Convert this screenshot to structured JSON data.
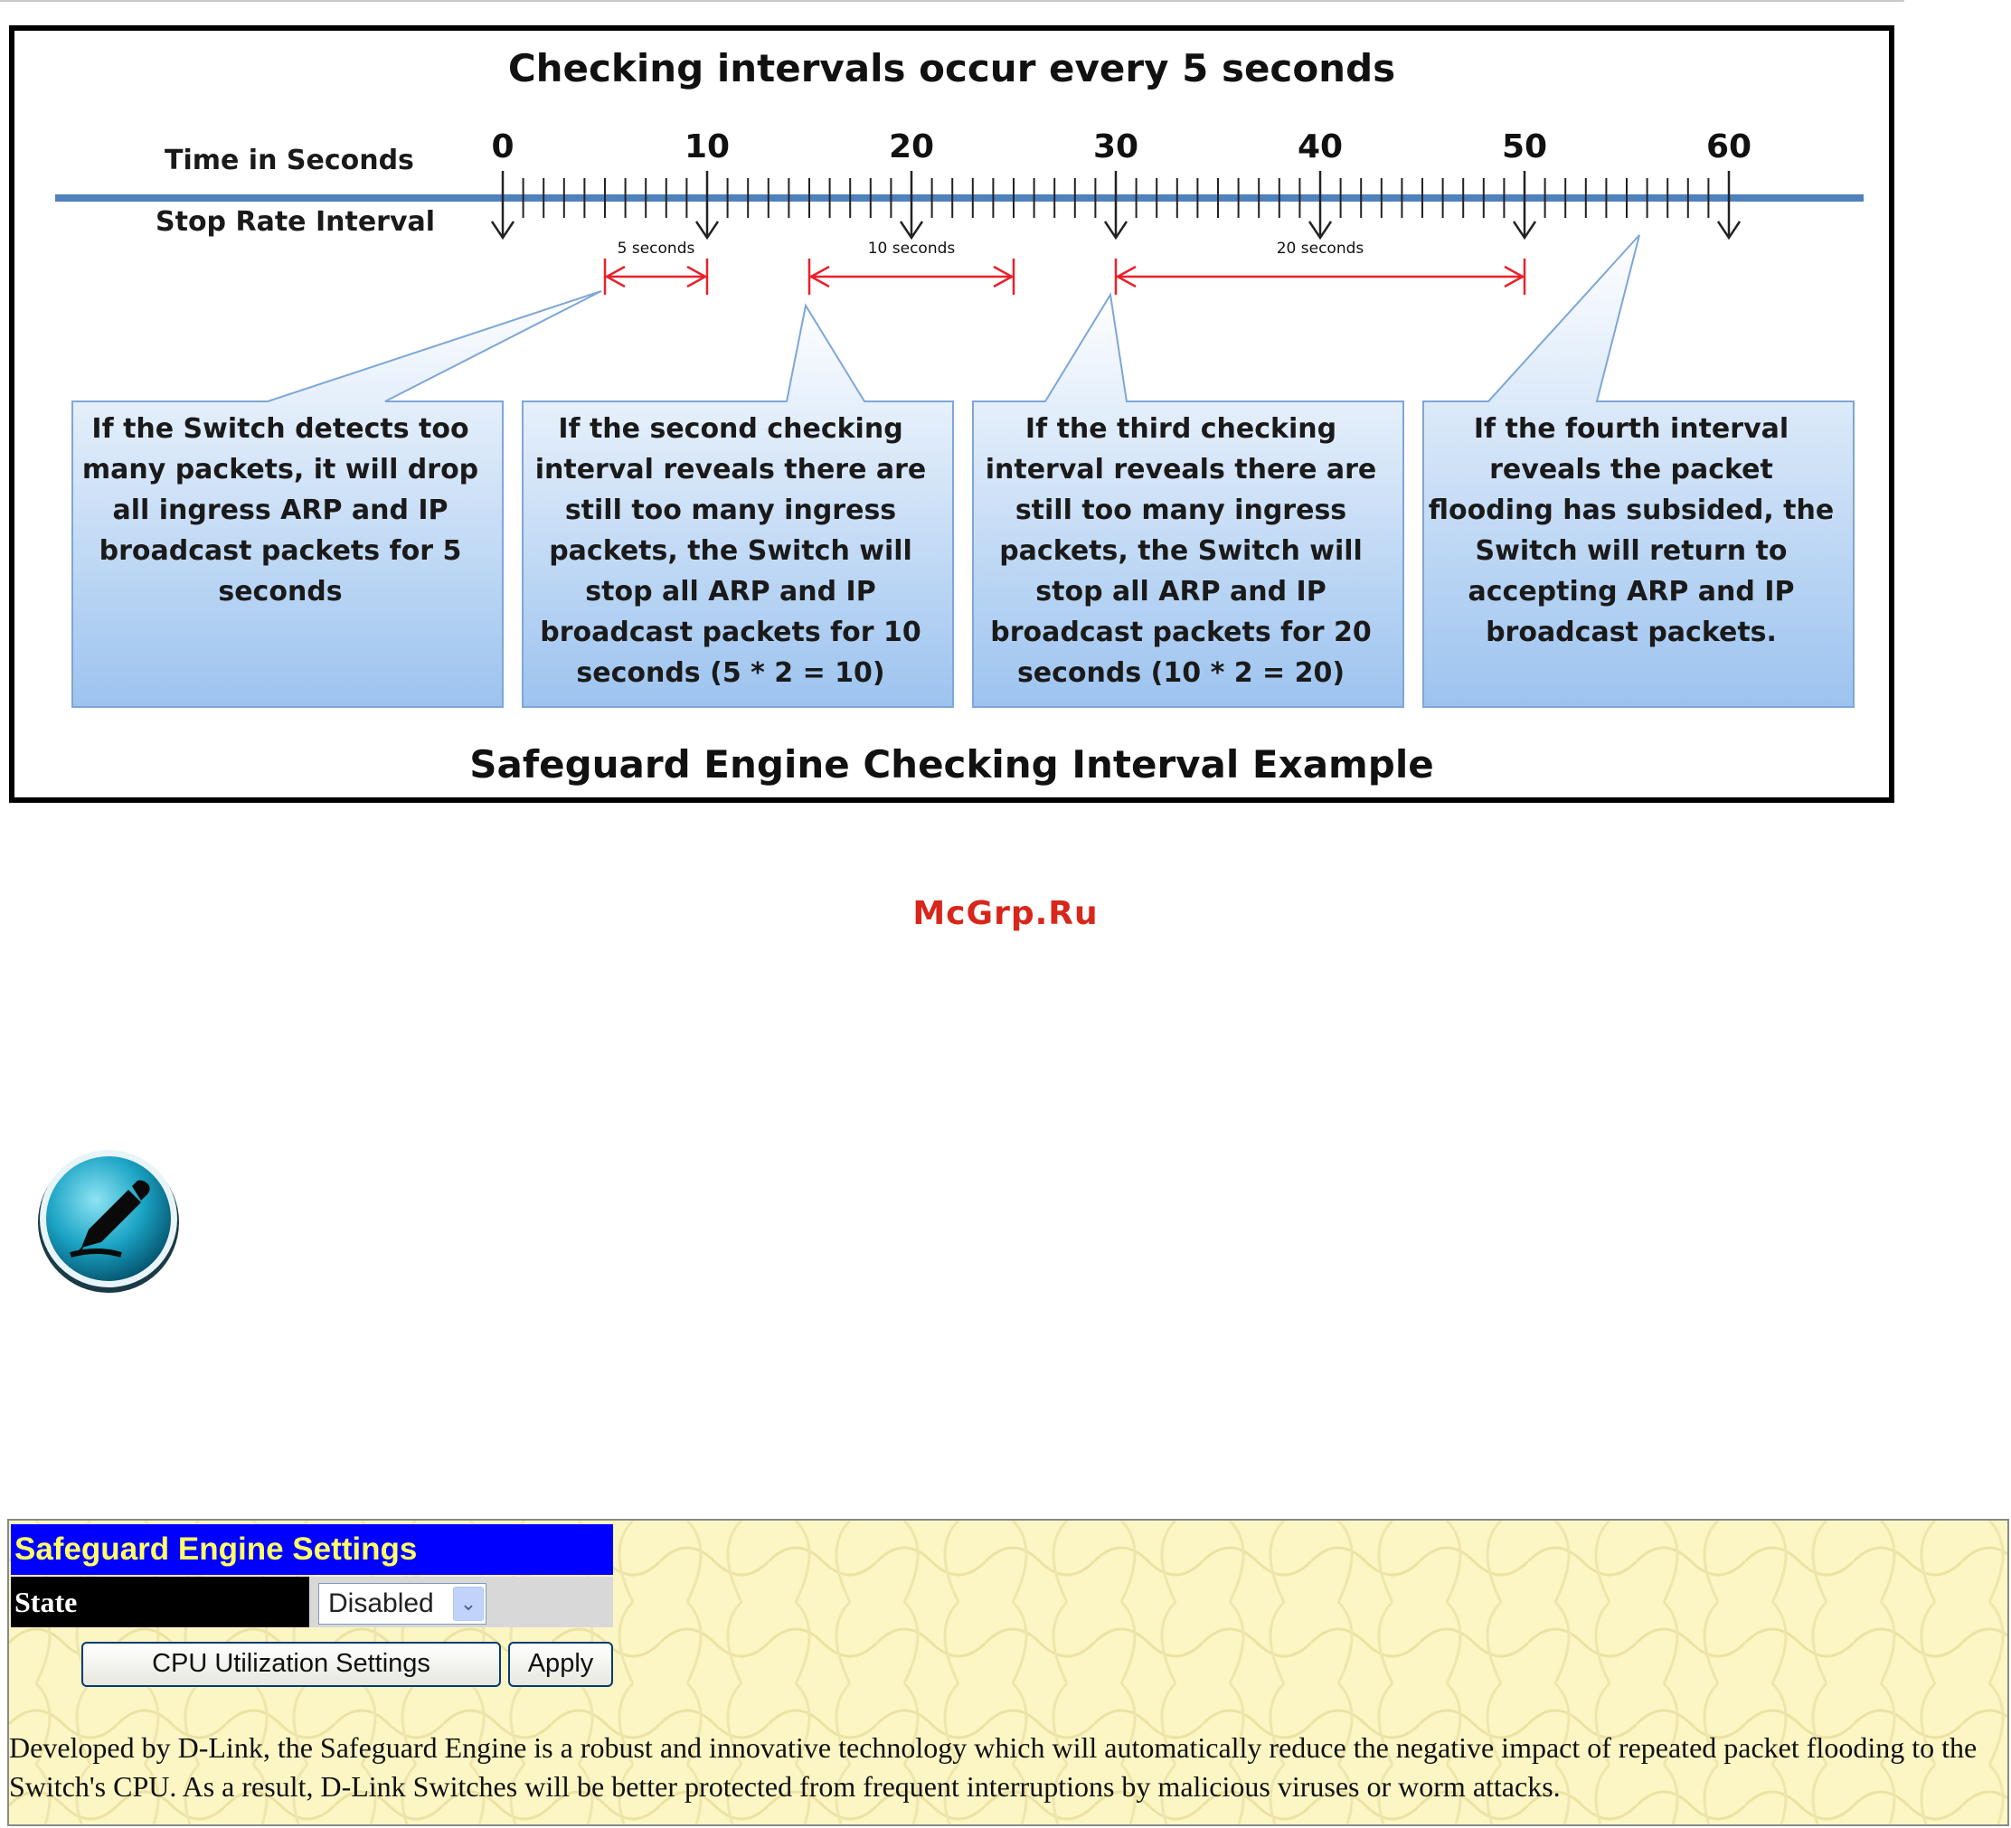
{
  "diagram": {
    "title": "Checking intervals occur every 5 seconds",
    "caption": "Safeguard Engine Checking Interval Example",
    "row_labels": {
      "time": "Time in Seconds",
      "stop": "Stop Rate Interval"
    },
    "tick_labels": [
      "0",
      "10",
      "20",
      "30",
      "40",
      "50",
      "60"
    ],
    "tick_values": [
      0,
      10,
      20,
      30,
      40,
      50,
      60
    ],
    "stop_arrows_at": [
      0,
      10,
      20,
      30,
      40,
      50,
      60
    ],
    "durations": [
      {
        "label": "5 seconds",
        "from": 5,
        "to": 10
      },
      {
        "label": "10 seconds",
        "from": 15,
        "to": 25
      },
      {
        "label": "20 seconds",
        "from": 30,
        "to": 50
      }
    ],
    "callouts": [
      {
        "text": "If the Switch detects too many packets, it will drop all ingress ARP and IP broadcast packets for 5 seconds"
      },
      {
        "text": "If the second checking interval reveals there are still too many ingress packets, the Switch will stop all ARP and IP broadcast packets for 10 seconds (5 * 2 = 10)"
      },
      {
        "text": "If the third checking interval reveals there are still too many ingress packets, the Switch will stop all ARP and IP broadcast packets for 20 seconds (10 * 2 = 20)"
      },
      {
        "text": "If the fourth interval reveals the packet flooding has subsided, the Switch will return to accepting ARP and IP broadcast packets."
      }
    ],
    "colors": {
      "timeline": "#4f81bd",
      "duration": "#e8202a",
      "box_top": "#ffffff",
      "box_bottom": "#9cc3ef"
    }
  },
  "watermark": "McGrp.Ru",
  "note_icon": "pencil-note-icon",
  "settings": {
    "title": "Safeguard Engine Settings",
    "state_label": "State",
    "state_value": "Disabled",
    "cpu_button": "CPU Utilization Settings",
    "apply_button": "Apply",
    "description": "Developed by D-Link, the Safeguard Engine is a robust and innovative technology which will automatically reduce the negative impact of repeated packet flooding to the Switch's CPU. As a result, D-Link Switches will be better protected from frequent interruptions by malicious viruses or worm attacks.",
    "colors": {
      "title_bg": "#0000ff",
      "title_fg": "#ffff66",
      "panel_bg": "#fbf6c4"
    }
  }
}
